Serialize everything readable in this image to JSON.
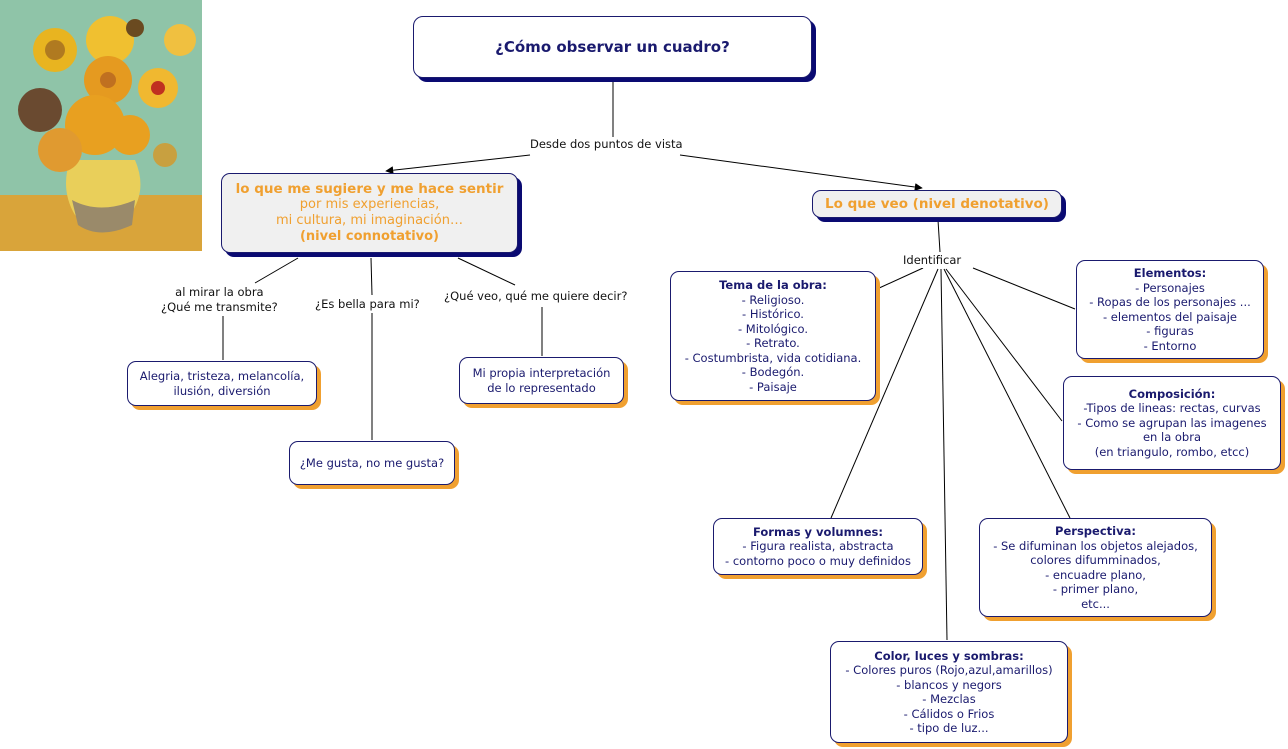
{
  "root": {
    "title": "¿Cómo observar un cuadro?"
  },
  "link_labels": {
    "viewpoints": "Desde dos puntos de vista",
    "identify": "Identificar",
    "transmits": [
      "al mirar la obra",
      "¿Qué me transmite?"
    ],
    "beautiful": "¿Es bella para mi?",
    "meaning": "¿Qué veo, qué me quiere decir?"
  },
  "connotative": {
    "title": "lo que me sugiere y me hace sentir",
    "lines": [
      "por mis experiencias,",
      "mi cultura, mi imaginación…"
    ],
    "level": "(nivel connotativo)"
  },
  "denotative": {
    "title": "Lo que veo (nivel denotativo)"
  },
  "leaves": {
    "emotions": [
      "Alegria, tristeza, melancolía,",
      "ilusión, diversión"
    ],
    "likes": [
      "¿Me gusta, no me gusta?"
    ],
    "interpretation": [
      "Mi propia interpretación",
      "de lo representado"
    ]
  },
  "topics": {
    "tema": {
      "title": "Tema de la obra:",
      "items": [
        "- Religioso.",
        "- Histórico.",
        "- Mitológico.",
        "- Retrato.",
        "- Costumbrista, vida cotidiana.",
        "- Bodegón.",
        "- Paisaje"
      ]
    },
    "elementos": {
      "title": "Elementos:",
      "items": [
        "- Personajes",
        "- Ropas de los personajes ...",
        "- elementos del paisaje",
        "- figuras",
        "- Entorno"
      ]
    },
    "composicion": {
      "title": "Composición:",
      "items": [
        "-Tipos de lineas: rectas, curvas",
        "- Como se agrupan las imagenes",
        "en la obra",
        "(en triangulo, rombo, etcc)"
      ]
    },
    "formas": {
      "title": "Formas y volumnes:",
      "items": [
        "- Figura realista, abstracta",
        "- contorno poco o muy definidos"
      ]
    },
    "perspectiva": {
      "title": "Perspectiva:",
      "items": [
        "- Se difuminan los objetos alejados,",
        "colores difumminados,",
        "- encuadre plano,",
        "- primer plano,",
        "etc..."
      ]
    },
    "color": {
      "title": "Color, luces y sombras:",
      "items": [
        "- Colores puros (Rojo,azul,amarillos)",
        "- blancos y negors",
        "- Mezclas",
        "- Cálidos o Frios",
        "- tipo de luz..."
      ]
    }
  },
  "colors": {
    "navy": "#1a1a6e",
    "orange": "#f0a030",
    "concept_bg": "#f0f0f0"
  },
  "image": {
    "subject": "sunflowers-painting"
  }
}
